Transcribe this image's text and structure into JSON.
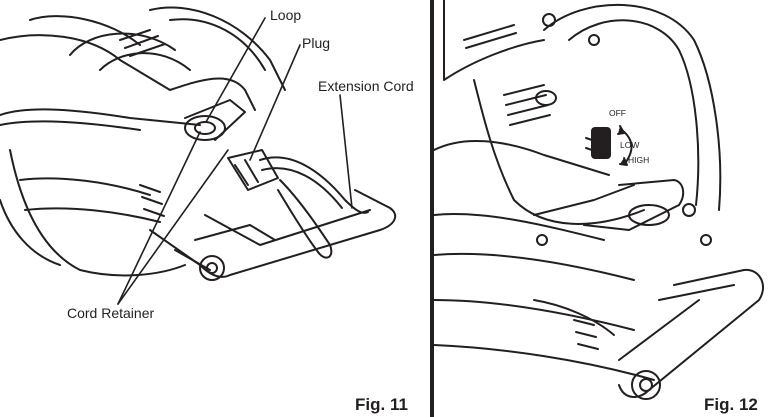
{
  "figure_11": {
    "caption": "Fig. 11",
    "labels": {
      "loop": "Loop",
      "plug": "Plug",
      "extension_cord": "Extension Cord",
      "cord_retainer": "Cord Retainer"
    }
  },
  "figure_12": {
    "caption": "Fig. 12",
    "switch_labels": {
      "off": "OFF",
      "low": "LOW",
      "high": "HIGH"
    }
  }
}
